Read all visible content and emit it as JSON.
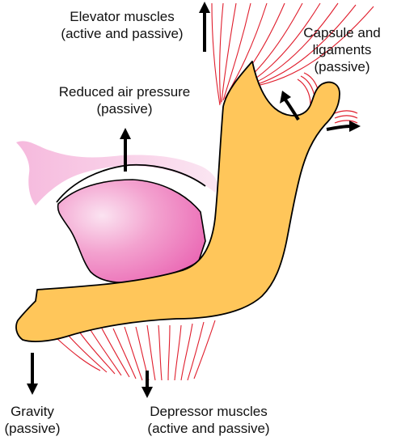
{
  "labels": {
    "elevator": {
      "line1": "Elevator muscles",
      "line2": "(active and passive)"
    },
    "capsule": {
      "line1": "Capsule and",
      "line2": "ligaments",
      "line3": "(passive)"
    },
    "air_pressure": {
      "line1": "Reduced air pressure",
      "line2": "(passive)"
    },
    "gravity": {
      "line1": "Gravity",
      "line2": "(passive)"
    },
    "depressor": {
      "line1": "Depressor muscles",
      "line2": "(active and passive)"
    }
  },
  "colors": {
    "mandible": "#FFC65A",
    "tongue": "#F07FC0",
    "palate": "#F7C3E3",
    "muscle": "#E01E2D",
    "arrow": "#000000",
    "outline": "#000000"
  }
}
